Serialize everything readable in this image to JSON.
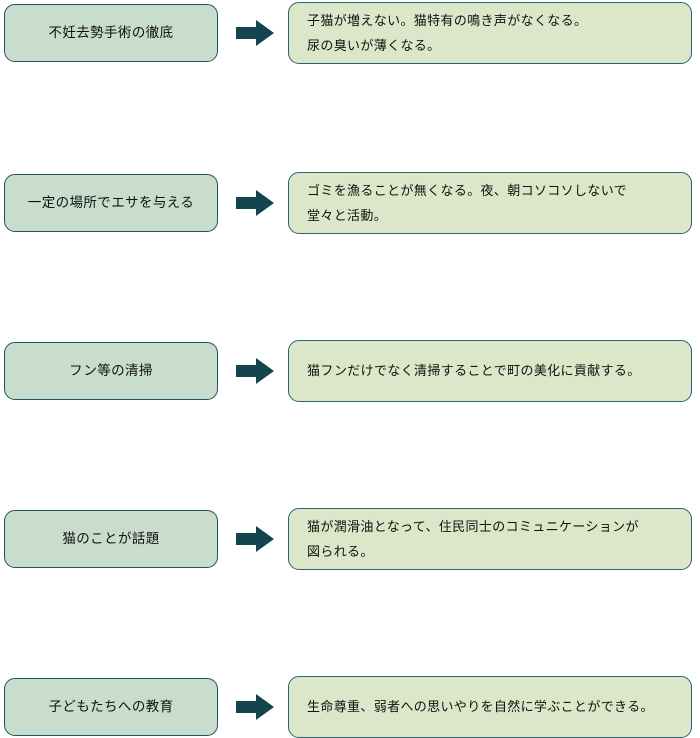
{
  "diagram": {
    "type": "two-column-cause-effect-flow",
    "arrow_icon": "right-arrow-icon",
    "colors": {
      "cause_fill": "#c9ddcd",
      "cause_border": "#1f5560",
      "effect_fill": "#dbe7c8",
      "effect_border": "#2a6470",
      "arrow_fill": "#14454f",
      "background": "#ffffff",
      "text": "#111111"
    },
    "rows": [
      {
        "cause": "不妊去勢手術の徹底",
        "effect_lines": [
          "子猫が増えない。猫特有の鳴き声がなくなる。",
          "尿の臭いが薄くなる。"
        ]
      },
      {
        "cause": "一定の場所でエサを与える",
        "effect_lines": [
          "ゴミを漁ることが無くなる。夜、朝コソコソしないで",
          "堂々と活動。"
        ]
      },
      {
        "cause": "フン等の清掃",
        "effect_lines": [
          "猫フンだけでなく清掃することで町の美化に貢献する。"
        ]
      },
      {
        "cause": "猫のことが話題",
        "effect_lines": [
          "猫が潤滑油となって、住民同士のコミュニケーションが",
          "図られる。"
        ]
      },
      {
        "cause": "子どもたちへの教育",
        "effect_lines": [
          "生命尊重、弱者への思いやりを自然に学ぶことができる。"
        ]
      }
    ]
  }
}
